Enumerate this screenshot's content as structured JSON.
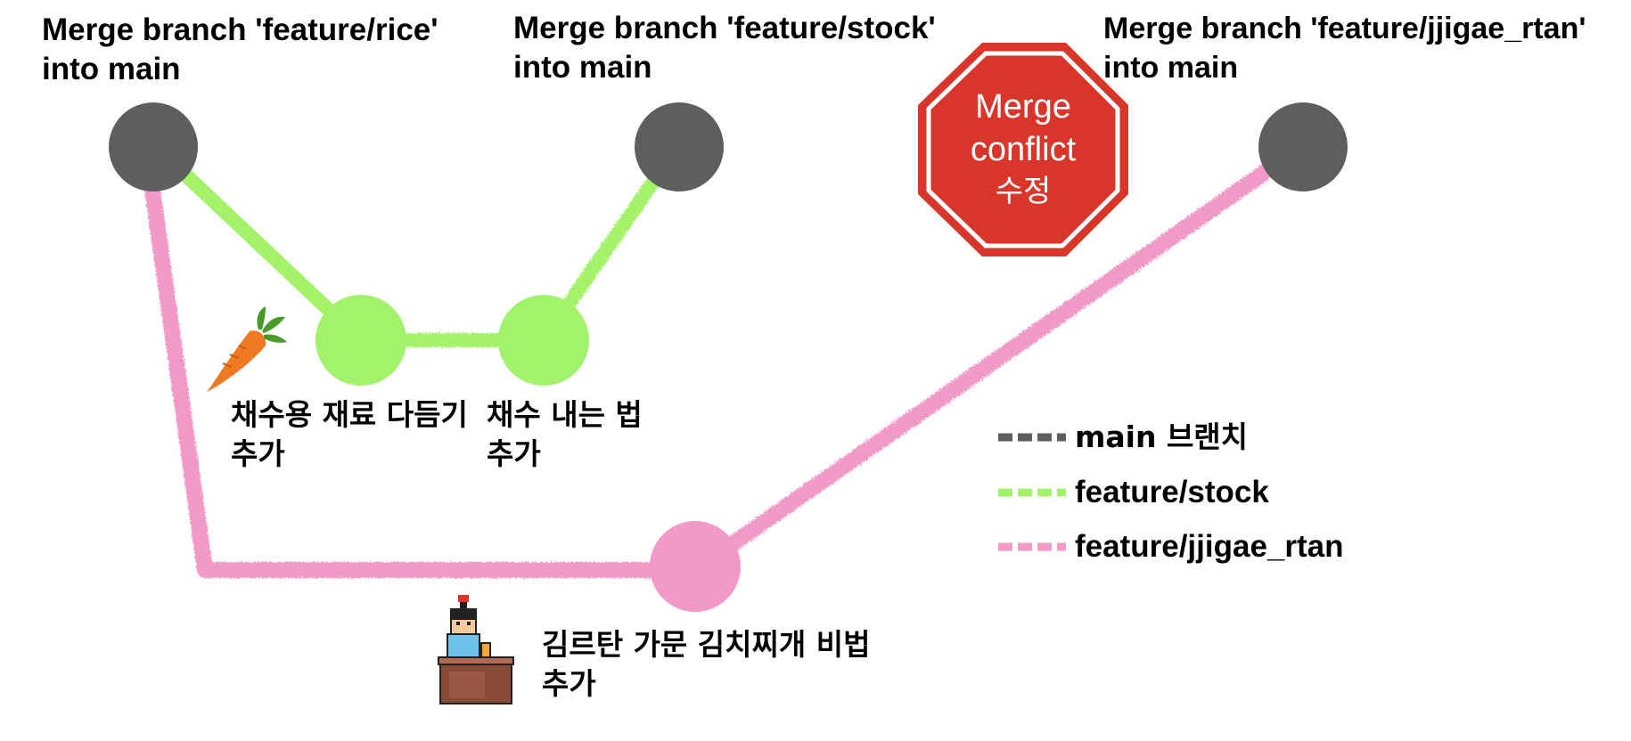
{
  "colors": {
    "main": "#5e5e5e",
    "stock": "#a3f26b",
    "jjigae": "#f29ac7",
    "stop_sign": "#d9362b",
    "stop_text": "#ffffff",
    "carrot": "#f07a24",
    "carrot_leaf": "#4a9a2a"
  },
  "commits": {
    "merge_rice": {
      "title_line1": "Merge branch 'feature/rice'",
      "title_line2": "into main"
    },
    "merge_stock": {
      "title_line1": "Merge branch 'feature/stock'",
      "title_line2": "into main"
    },
    "merge_jjigae": {
      "title_line1": "Merge branch 'feature/jjigae_rtan'",
      "title_line2": "into main"
    },
    "stock_commit_1": {
      "line1": "채수용 재료 다듬기",
      "line2": "추가"
    },
    "stock_commit_2": {
      "line1": "채수 내는 법",
      "line2": "추가"
    },
    "jjigae_commit": {
      "line1": "김르탄 가문 김치찌개 비법",
      "line2": "추가"
    }
  },
  "stop_sign": {
    "line1": "Merge",
    "line2": "conflict",
    "line3": "수정"
  },
  "legend": [
    {
      "key": "main",
      "label": " main 브랜치"
    },
    {
      "key": "stock",
      "label": "feature/stock"
    },
    {
      "key": "jjigae",
      "label": "feature/jjigae_rtan"
    }
  ],
  "icons": {
    "carrot": "carrot-icon",
    "developer": "developer-at-desk-icon"
  }
}
